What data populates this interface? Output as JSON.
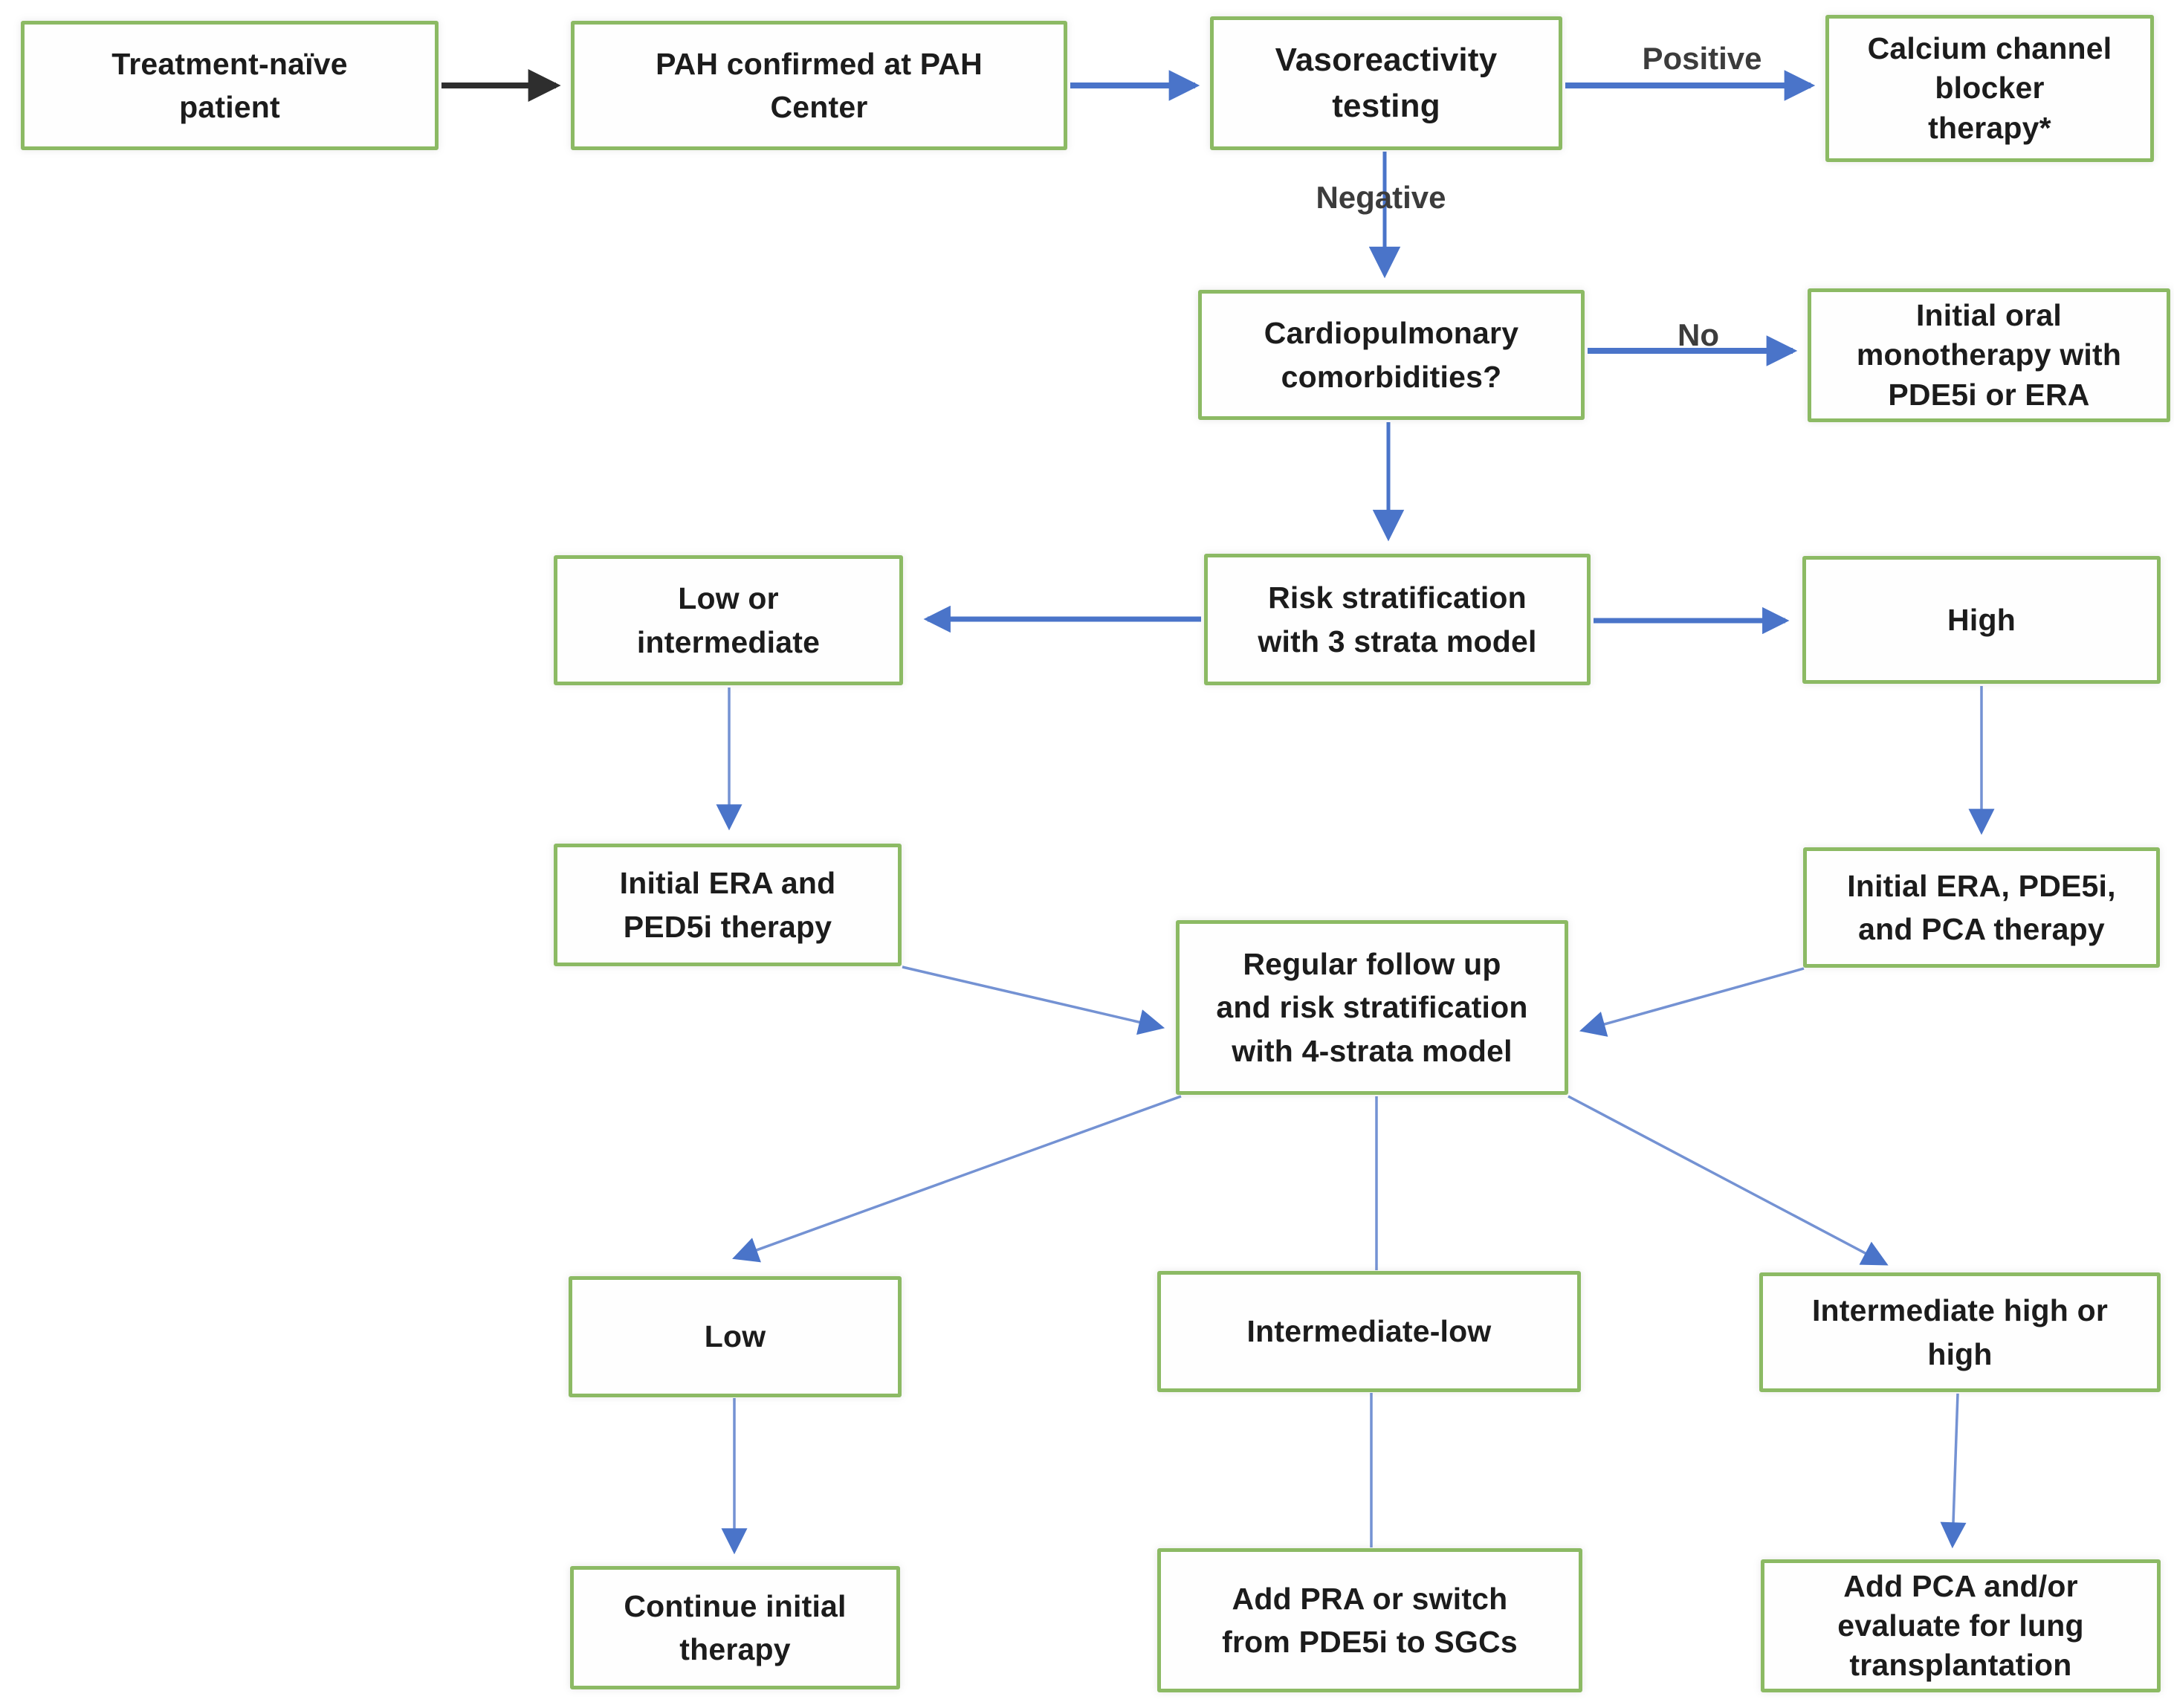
{
  "diagram": {
    "title": "PAH treatment algorithm flowchart",
    "colors": {
      "box_border_green": "#8cba64",
      "arrow_blue": "#4a74c9",
      "arrow_blue_light": "#7492d3",
      "arrow_black": "#2e2e2e",
      "text": "#1c1c1c",
      "background": "#ffffff"
    },
    "boxes": {
      "treatment_naive": {
        "label": "Treatment-naïve\npatient"
      },
      "pah_confirmed": {
        "label": "PAH confirmed at PAH\nCenter"
      },
      "vasoreactivity": {
        "label": "Vasoreactivity\ntesting"
      },
      "ccb_therapy": {
        "label": "Calcium channel\nblocker\ntherapy*"
      },
      "cardiopulmonary": {
        "label": "Cardiopulmonary\ncomorbidities?"
      },
      "initial_oral_mono": {
        "label": "Initial oral\nmonotherapy with\nPDE5i or ERA"
      },
      "risk_strat_3": {
        "label": "Risk stratification\nwith 3 strata model"
      },
      "low_intermediate": {
        "label": "Low or\nintermediate"
      },
      "high": {
        "label": "High"
      },
      "initial_era_ped5i": {
        "label": "Initial ERA and\nPED5i therapy"
      },
      "initial_era_pde5i_pca": {
        "label": "Initial ERA, PDE5i,\nand PCA therapy"
      },
      "regular_followup": {
        "label": "Regular follow up\nand risk stratification\nwith 4-strata model"
      },
      "low": {
        "label": "Low"
      },
      "intermediate_low": {
        "label": "Intermediate-low"
      },
      "intermediate_high": {
        "label": "Intermediate high or\nhigh"
      },
      "continue_initial": {
        "label": "Continue initial\ntherapy"
      },
      "add_pra": {
        "label": "Add PRA or switch\nfrom PDE5i to SGCs"
      },
      "add_pca": {
        "label": "Add PCA and/or\nevaluate for lung\ntransplantation"
      }
    },
    "edge_labels": {
      "positive": "Positive",
      "negative": "Negative",
      "no": "No"
    }
  }
}
